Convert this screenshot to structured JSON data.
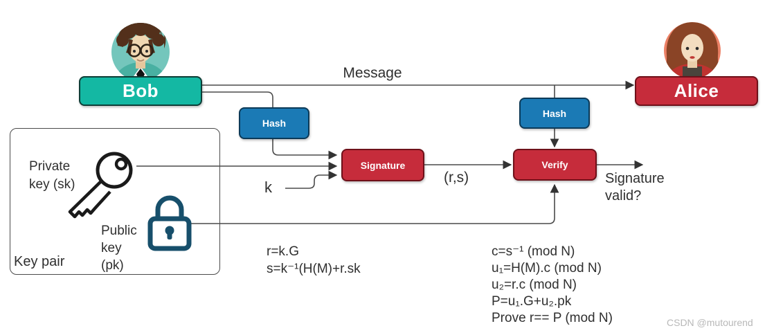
{
  "actors": {
    "bob": "Bob",
    "alice": "Alice"
  },
  "process_nodes": {
    "hash_sender": "Hash",
    "hash_receiver": "Hash",
    "signature": "Signature",
    "verify": "Verify"
  },
  "flow_labels": {
    "message": "Message",
    "nonce_input": "k",
    "signature_output": "(r,s)",
    "verify_output": "Signature\nvalid?"
  },
  "key_pair": {
    "box_label": "Key pair",
    "private_key": "Private\nkey (sk)",
    "public_key": "Public\nkey\n(pk)"
  },
  "formulas": {
    "signing": [
      "r=k.G",
      "s=k⁻¹(H(M)+r.sk"
    ],
    "verification": [
      "c=s⁻¹ (mod N)",
      "u₁=H(M).c (mod N)",
      "u₂=r.c (mod N)",
      "P=u₁.G+u₂.pk",
      "Prove r== P (mod N)"
    ]
  },
  "watermark": "CSDN @mutourend",
  "colors": {
    "bob_box": "#14b8a3",
    "alice_box": "#c62c3b",
    "hash_box": "#1b7ab5",
    "signature_box": "#c62c3b",
    "verify_box": "#c62c3b",
    "lock_icon": "#174f6b",
    "key_icon": "#1a1a1a",
    "connector": "#4a4a4a"
  }
}
